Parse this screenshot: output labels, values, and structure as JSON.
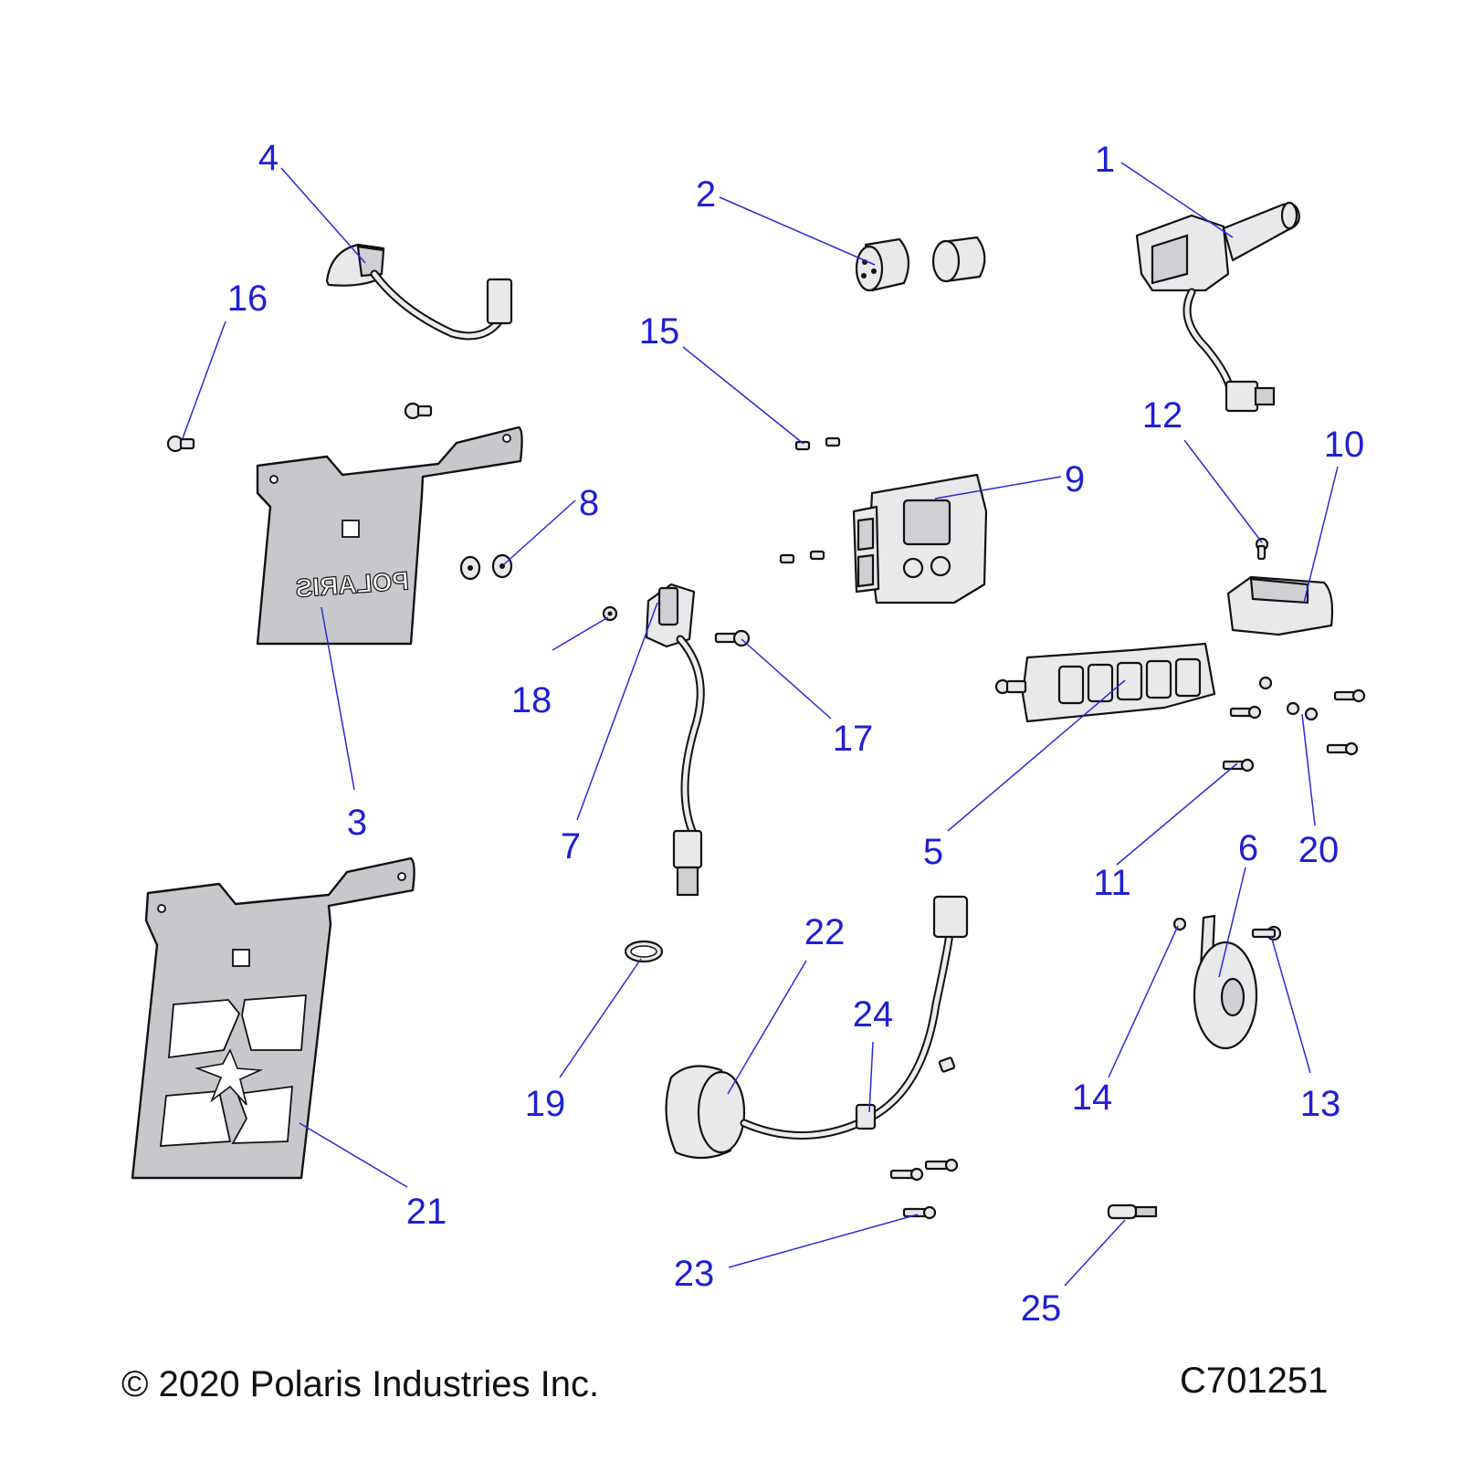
{
  "callouts": [
    {
      "id": "1",
      "label": "1"
    },
    {
      "id": "2",
      "label": "2"
    },
    {
      "id": "3",
      "label": "3"
    },
    {
      "id": "4",
      "label": "4"
    },
    {
      "id": "5",
      "label": "5"
    },
    {
      "id": "6",
      "label": "6"
    },
    {
      "id": "7",
      "label": "7"
    },
    {
      "id": "8",
      "label": "8"
    },
    {
      "id": "9",
      "label": "9"
    },
    {
      "id": "10",
      "label": "10"
    },
    {
      "id": "11",
      "label": "11"
    },
    {
      "id": "12",
      "label": "12"
    },
    {
      "id": "13",
      "label": "13"
    },
    {
      "id": "14",
      "label": "14"
    },
    {
      "id": "15",
      "label": "15"
    },
    {
      "id": "16",
      "label": "16"
    },
    {
      "id": "17",
      "label": "17"
    },
    {
      "id": "18",
      "label": "18"
    },
    {
      "id": "19",
      "label": "19"
    },
    {
      "id": "20",
      "label": "20"
    },
    {
      "id": "21",
      "label": "21"
    },
    {
      "id": "22",
      "label": "22"
    },
    {
      "id": "23",
      "label": "23"
    },
    {
      "id": "24",
      "label": "24"
    },
    {
      "id": "25",
      "label": "25"
    }
  ],
  "plate_logo_text": "POLARIS",
  "footer": {
    "copyright": "© 2020 Polaris Industries Inc.",
    "drawing_code": "C701251"
  },
  "colors": {
    "callout": "#1f1fd6",
    "leader": "#2a2ad6",
    "outline": "#111111",
    "part_fill": "#e9e9ec",
    "plate_fill": "#c8c8cc"
  }
}
